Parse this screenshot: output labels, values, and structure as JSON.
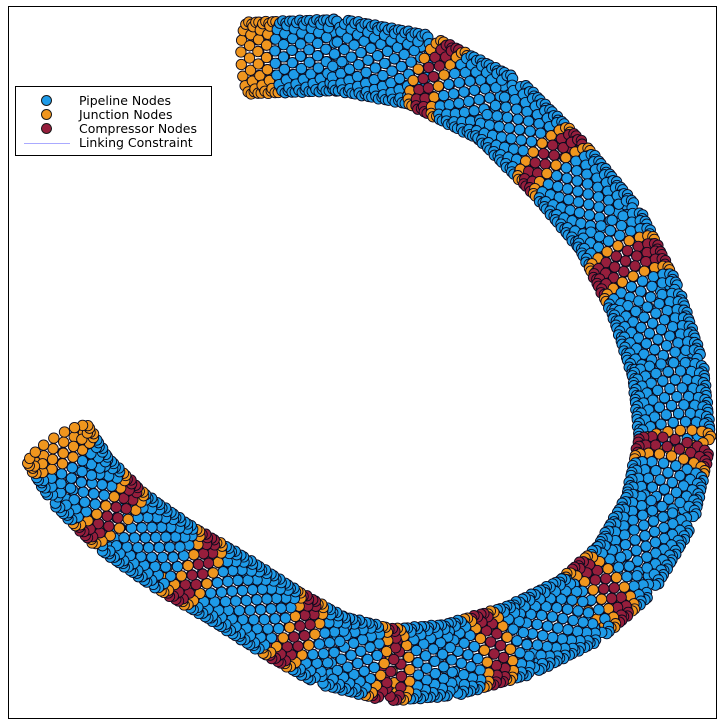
{
  "legend": {
    "items": [
      {
        "label": "Pipeline Nodes",
        "kind": "marker",
        "color": "#1E9BE8"
      },
      {
        "label": "Junction Nodes",
        "kind": "marker",
        "color": "#F0961E"
      },
      {
        "label": "Compressor Nodes",
        "kind": "marker",
        "color": "#961E3C"
      },
      {
        "label": "Linking Constraint",
        "kind": "line",
        "color": "#AAAAFF"
      }
    ]
  },
  "colors": {
    "pipeline": "#1E9BE8",
    "junction": "#F0961E",
    "compressor": "#961E3C",
    "marker_edge": "#0A0A1E",
    "linking_constraint": "#1E32DC"
  }
}
